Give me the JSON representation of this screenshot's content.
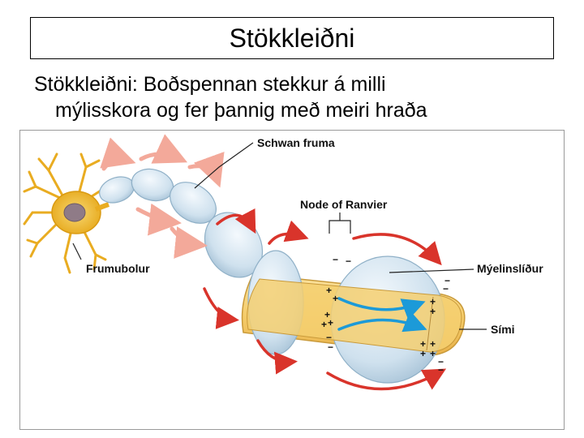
{
  "slide": {
    "title": "Stökkleiðni",
    "body_term": "Stökkleiðni:",
    "body_line1_rest": " Boðspennan stekkur á milli",
    "body_line2": "mýlisskora og fer þannig með meiri hraða"
  },
  "figure": {
    "labels": {
      "schwan": "Schwan fruma",
      "node": "Node of Ranvier",
      "frumubolur": "Frumubolur",
      "myelin": "Mýelinslíður",
      "simi": "Sími"
    },
    "signs": {
      "plus": "+",
      "minus": "−"
    },
    "colors": {
      "myelin_fill": "#d4e4ef",
      "axon_fill": "#f4cf73",
      "cell_body": "#f2c23c",
      "arrow_red": "#d9342b",
      "arrow_blue": "#1c9ad8",
      "arrow_pink": "#f3a99a"
    }
  }
}
